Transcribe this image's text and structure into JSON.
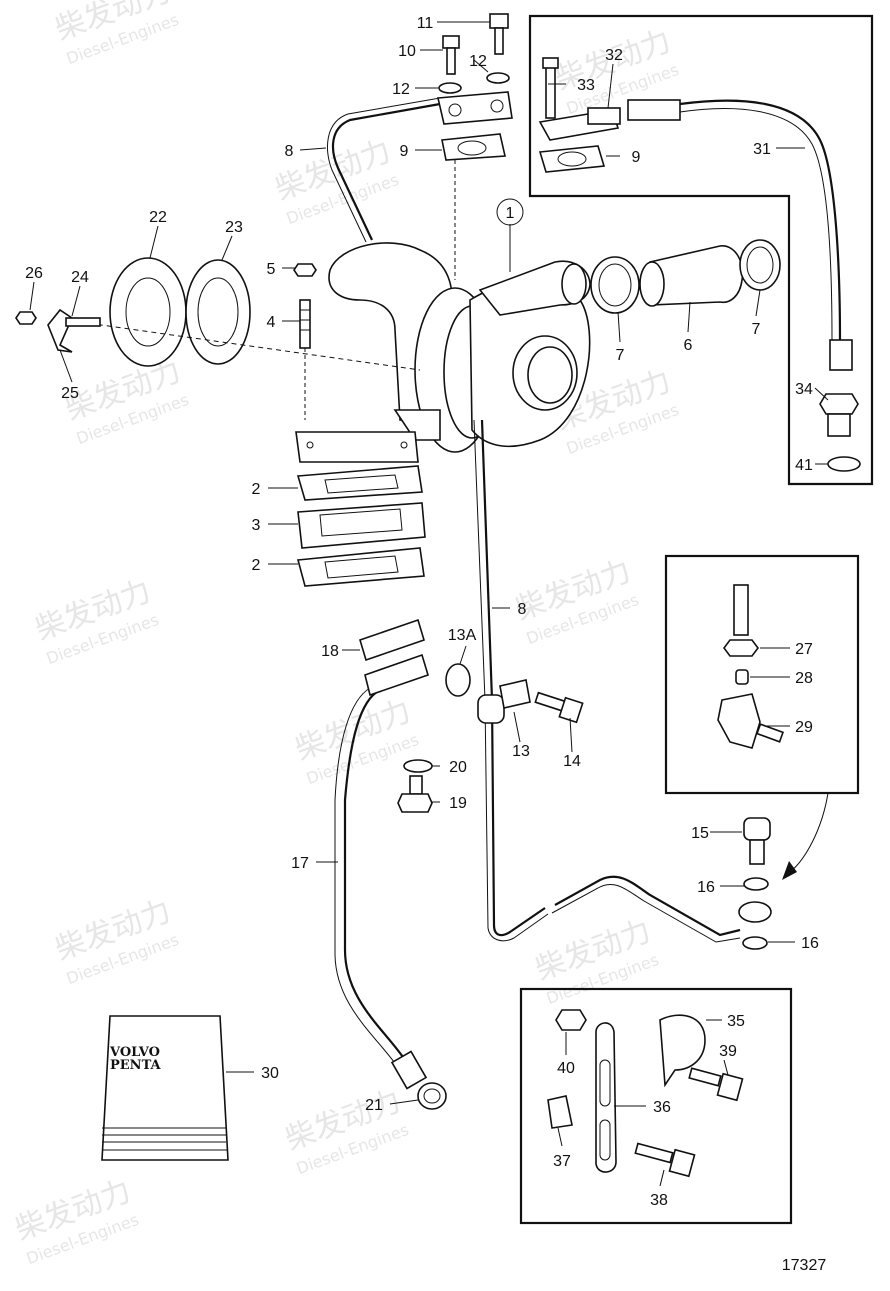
{
  "diagram_number": "17327",
  "brand_logo": [
    "VOLVO",
    "PENTA"
  ],
  "watermark": {
    "main": "柴发动力",
    "sub": "Diesel-Engines"
  },
  "callouts": [
    {
      "id": "c1",
      "text": "1"
    },
    {
      "id": "c2a",
      "text": "2"
    },
    {
      "id": "c2b",
      "text": "2"
    },
    {
      "id": "c3",
      "text": "3"
    },
    {
      "id": "c4",
      "text": "4"
    },
    {
      "id": "c5",
      "text": "5"
    },
    {
      "id": "c6",
      "text": "6"
    },
    {
      "id": "c7a",
      "text": "7"
    },
    {
      "id": "c7b",
      "text": "7"
    },
    {
      "id": "c8a",
      "text": "8"
    },
    {
      "id": "c8b",
      "text": "8"
    },
    {
      "id": "c9a",
      "text": "9"
    },
    {
      "id": "c9b",
      "text": "9"
    },
    {
      "id": "c10",
      "text": "10"
    },
    {
      "id": "c11",
      "text": "11"
    },
    {
      "id": "c12a",
      "text": "12"
    },
    {
      "id": "c12b",
      "text": "12"
    },
    {
      "id": "c13",
      "text": "13"
    },
    {
      "id": "c13a",
      "text": "13A"
    },
    {
      "id": "c14",
      "text": "14"
    },
    {
      "id": "c15",
      "text": "15"
    },
    {
      "id": "c16a",
      "text": "16"
    },
    {
      "id": "c16b",
      "text": "16"
    },
    {
      "id": "c17",
      "text": "17"
    },
    {
      "id": "c18",
      "text": "18"
    },
    {
      "id": "c19",
      "text": "19"
    },
    {
      "id": "c20",
      "text": "20"
    },
    {
      "id": "c21",
      "text": "21"
    },
    {
      "id": "c22",
      "text": "22"
    },
    {
      "id": "c23",
      "text": "23"
    },
    {
      "id": "c24",
      "text": "24"
    },
    {
      "id": "c25",
      "text": "25"
    },
    {
      "id": "c26",
      "text": "26"
    },
    {
      "id": "c27",
      "text": "27"
    },
    {
      "id": "c28",
      "text": "28"
    },
    {
      "id": "c29",
      "text": "29"
    },
    {
      "id": "c30",
      "text": "30"
    },
    {
      "id": "c31",
      "text": "31"
    },
    {
      "id": "c32",
      "text": "32"
    },
    {
      "id": "c33",
      "text": "33"
    },
    {
      "id": "c34",
      "text": "34"
    },
    {
      "id": "c35",
      "text": "35"
    },
    {
      "id": "c36",
      "text": "36"
    },
    {
      "id": "c37",
      "text": "37"
    },
    {
      "id": "c38",
      "text": "38"
    },
    {
      "id": "c39",
      "text": "39"
    },
    {
      "id": "c40",
      "text": "40"
    },
    {
      "id": "c41",
      "text": "41"
    }
  ]
}
